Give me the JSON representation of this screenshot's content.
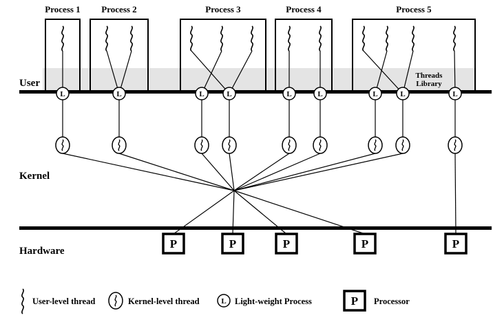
{
  "diagram": {
    "regions": {
      "user": "User",
      "kernel": "Kernel",
      "hardware": "Hardware"
    },
    "threads_library": {
      "line1": "Threads",
      "line2": "Library"
    },
    "processes": [
      {
        "label": "Process 1",
        "user_threads": 1,
        "lwps": 1
      },
      {
        "label": "Process 2",
        "user_threads": 2,
        "lwps": 1
      },
      {
        "label": "Process 3",
        "user_threads": 3,
        "lwps": 2
      },
      {
        "label": "Process 4",
        "user_threads": 2,
        "lwps": 2
      },
      {
        "label": "Process 5",
        "user_threads": 4,
        "lwps": 3
      }
    ],
    "kernel_threads_count": 9,
    "processors_count": 5,
    "symbols": {
      "lwp": "L",
      "processor": "P"
    },
    "legend": [
      {
        "icon": "user-thread-squiggle",
        "label": "User-level thread"
      },
      {
        "icon": "kernel-thread-circle",
        "label": "Kernel-level thread"
      },
      {
        "icon": "lwp-circle",
        "label": "Light-weight Process"
      },
      {
        "icon": "processor-box",
        "label": "Processor"
      }
    ],
    "colors": {
      "band": "#e4e4e4",
      "line": "#000000",
      "background": "#ffffff"
    }
  }
}
